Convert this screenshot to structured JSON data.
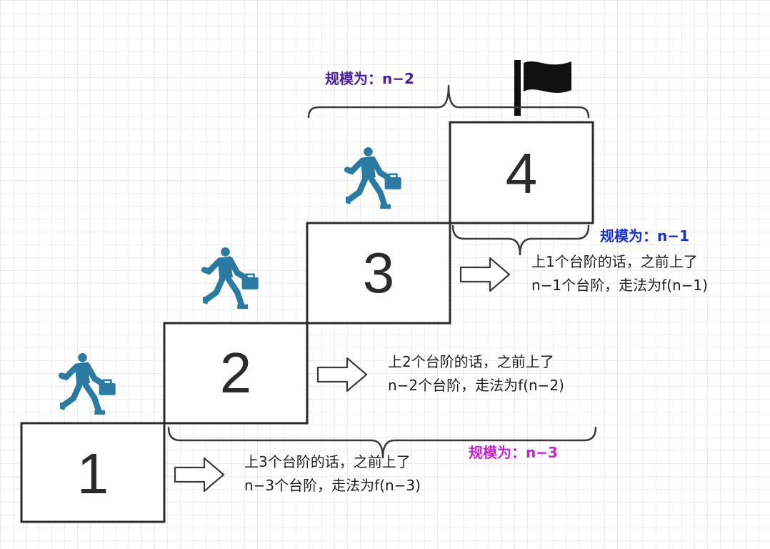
{
  "steps": [
    "1",
    "2",
    "3",
    "4"
  ],
  "notes": {
    "step3": {
      "line1": "上3个台阶的话，之前上了",
      "line2": "n−3个台阶，走法为f(n−3)"
    },
    "step2": {
      "line1": "上2个台阶的话，之前上了",
      "line2": "n−2个台阶，走法为f(n−2)"
    },
    "step1": {
      "line1": "上1个台阶的话，之前上了",
      "line2": "n−1个台阶，走法为f(n−1)"
    }
  },
  "scales": {
    "n_minus_2": {
      "text": "规模为：n−2",
      "color": "#4b1f9e"
    },
    "n_minus_1": {
      "text": "规模为：n−1",
      "color": "#1a2fd6"
    },
    "n_minus_3": {
      "text": "规模为：n−3",
      "color": "#c225c9"
    }
  },
  "icons": [
    "runner-icon",
    "flag-icon",
    "arrow-right-icon"
  ]
}
